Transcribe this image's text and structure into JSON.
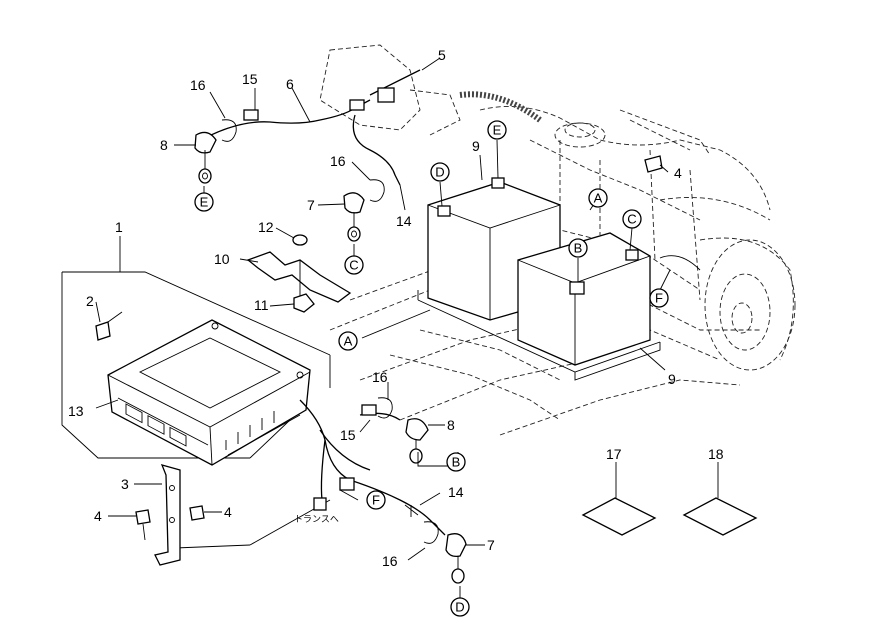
{
  "parts": [
    {
      "id": "p1",
      "label": "1"
    },
    {
      "id": "p2",
      "label": "2"
    },
    {
      "id": "p3",
      "label": "3"
    },
    {
      "id": "p4a",
      "label": "4"
    },
    {
      "id": "p4b",
      "label": "4"
    },
    {
      "id": "p4c",
      "label": "4"
    },
    {
      "id": "p5",
      "label": "5"
    },
    {
      "id": "p6",
      "label": "6"
    },
    {
      "id": "p7a",
      "label": "7"
    },
    {
      "id": "p7b",
      "label": "7"
    },
    {
      "id": "p8a",
      "label": "8"
    },
    {
      "id": "p8b",
      "label": "8"
    },
    {
      "id": "p9a",
      "label": "9"
    },
    {
      "id": "p9b",
      "label": "9"
    },
    {
      "id": "p10",
      "label": "10"
    },
    {
      "id": "p11",
      "label": "11"
    },
    {
      "id": "p12",
      "label": "12"
    },
    {
      "id": "p13",
      "label": "13"
    },
    {
      "id": "p14a",
      "label": "14"
    },
    {
      "id": "p14b",
      "label": "14"
    },
    {
      "id": "p15a",
      "label": "15"
    },
    {
      "id": "p15b",
      "label": "15"
    },
    {
      "id": "p16a",
      "label": "16"
    },
    {
      "id": "p16b",
      "label": "16"
    },
    {
      "id": "p16c",
      "label": "16"
    },
    {
      "id": "p16d",
      "label": "16"
    },
    {
      "id": "p17",
      "label": "17"
    },
    {
      "id": "p18",
      "label": "18"
    }
  ],
  "connectors": [
    {
      "id": "cE1",
      "label": "E"
    },
    {
      "id": "cE2",
      "label": "E"
    },
    {
      "id": "cC1",
      "label": "C"
    },
    {
      "id": "cC2",
      "label": "C"
    },
    {
      "id": "cD1",
      "label": "D"
    },
    {
      "id": "cD2",
      "label": "D"
    },
    {
      "id": "cB1",
      "label": "B"
    },
    {
      "id": "cB2",
      "label": "B"
    },
    {
      "id": "cA1",
      "label": "A"
    },
    {
      "id": "cA2",
      "label": "A"
    },
    {
      "id": "cF1",
      "label": "F"
    },
    {
      "id": "cF2",
      "label": "F"
    }
  ],
  "note_text": "トランスへ"
}
